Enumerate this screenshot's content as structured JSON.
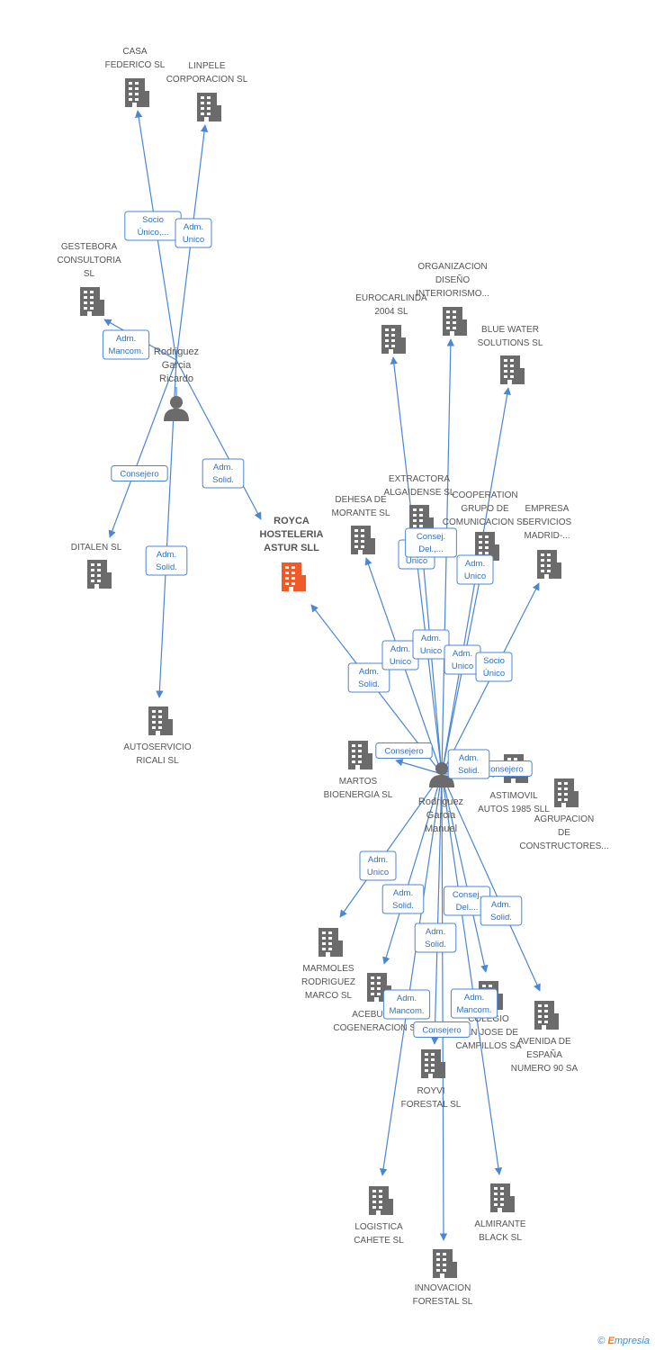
{
  "colors": {
    "edge": "#4a86d4",
    "building": "#6b6b6b",
    "focus_building": "#f05a28",
    "person": "#6b6b6b",
    "text": "#555555",
    "rel_text": "#2f6fc2"
  },
  "nodes": [
    {
      "id": "casa_federico",
      "type": "company",
      "label": [
        "CASA",
        "FEDERICO SL"
      ]
    },
    {
      "id": "linpele",
      "type": "company",
      "label": [
        "LINPELE",
        "CORPORACION SL"
      ]
    },
    {
      "id": "gestebora",
      "type": "company",
      "label": [
        "GESTEBORA",
        "CONSULTORIA",
        "SL"
      ]
    },
    {
      "id": "ricardo",
      "type": "person",
      "label": [
        "Rodriguez",
        "Garcia",
        "Ricardo"
      ]
    },
    {
      "id": "ditalen",
      "type": "company",
      "label": [
        "DITALEN SL"
      ]
    },
    {
      "id": "royca",
      "type": "company",
      "focus": true,
      "label": [
        "ROYCA",
        "HOSTELERIA",
        "ASTUR SLL"
      ]
    },
    {
      "id": "autoservicio",
      "type": "company",
      "label": [
        "AUTOSERVICIO",
        "RICALI SL"
      ]
    },
    {
      "id": "organizacion",
      "type": "company",
      "label": [
        "ORGANIZACION",
        "DISEÑO",
        "INTERIORISMO..."
      ]
    },
    {
      "id": "eurocarlinda",
      "type": "company",
      "label": [
        "EUROCARLINDA",
        "2004  SL"
      ]
    },
    {
      "id": "bluewater",
      "type": "company",
      "label": [
        "BLUE WATER",
        "SOLUTIONS SL"
      ]
    },
    {
      "id": "extractora",
      "type": "company",
      "label": [
        "EXTRACTORA",
        "ALGAIDENSE SL"
      ]
    },
    {
      "id": "dehesa",
      "type": "company",
      "label": [
        "DEHESA DE",
        "MORANTE SL"
      ]
    },
    {
      "id": "cooperation",
      "type": "company",
      "label": [
        "COOPERATION",
        "GRUPO DE",
        "COMUNICACION SL"
      ]
    },
    {
      "id": "empresa",
      "type": "company",
      "label": [
        "EMPRESA",
        "SERVICIOS",
        "MADRID-..."
      ]
    },
    {
      "id": "martos",
      "type": "company",
      "label": [
        "MARTOS",
        "BIOENERGIA SL"
      ]
    },
    {
      "id": "manuel",
      "type": "person",
      "label": [
        "Rodriguez",
        "Garcia",
        "Manuel"
      ]
    },
    {
      "id": "astimovil",
      "type": "company",
      "label": [
        "ASTIMOVIL",
        "AUTOS 1985  SLL"
      ]
    },
    {
      "id": "agrupacion",
      "type": "company",
      "label": [
        "AGRUPACION",
        "DE",
        "CONSTRUCTORES..."
      ]
    },
    {
      "id": "marmoles",
      "type": "company",
      "label": [
        "MARMOLES",
        "RODRIGUEZ",
        "MARCO SL"
      ]
    },
    {
      "id": "acebuche",
      "type": "company",
      "label": [
        "ACEBUCHE",
        "COGENERACION SL"
      ]
    },
    {
      "id": "colegio",
      "type": "company",
      "label": [
        "COLEGIO",
        "SAN JOSE DE",
        "CAMPILLOS SA"
      ]
    },
    {
      "id": "avenida",
      "type": "company",
      "label": [
        "AVENIDA DE",
        "ESPAÑA",
        "NUMERO 90 SA"
      ]
    },
    {
      "id": "royvi",
      "type": "company",
      "label": [
        "ROYVI",
        "FORESTAL SL"
      ]
    },
    {
      "id": "logistica",
      "type": "company",
      "label": [
        "LOGISTICA",
        "CAHETE  SL"
      ]
    },
    {
      "id": "almirante",
      "type": "company",
      "label": [
        "ALMIRANTE",
        "BLACK SL"
      ]
    },
    {
      "id": "innovacion",
      "type": "company",
      "label": [
        "INNOVACION",
        "FORESTAL SL"
      ]
    }
  ],
  "relations": [
    {
      "from": "ricardo",
      "to": "casa_federico",
      "label": [
        "Socio",
        "Único,..."
      ]
    },
    {
      "from": "ricardo",
      "to": "linpele",
      "label": [
        "Adm.",
        "Unico"
      ]
    },
    {
      "from": "ricardo",
      "to": "gestebora",
      "label": [
        "Adm.",
        "Mancom."
      ]
    },
    {
      "from": "ricardo",
      "to": "ditalen",
      "label": [
        "Consejero"
      ]
    },
    {
      "from": "ricardo",
      "to": "royca",
      "label": [
        "Adm.",
        "Solid."
      ]
    },
    {
      "from": "ricardo",
      "to": "autoservicio",
      "label": [
        "Adm.",
        "Solid."
      ]
    },
    {
      "from": "manuel",
      "to": "royca",
      "label": [
        "Adm.",
        "Solid."
      ]
    },
    {
      "from": "manuel",
      "to": "dehesa",
      "label": [
        "Adm.",
        "Unico"
      ]
    },
    {
      "from": "manuel",
      "to": "eurocarlinda",
      "label": [
        "Adm.",
        "Unico"
      ]
    },
    {
      "from": "manuel",
      "to": "extractora",
      "label": [
        "Consej.",
        "Del.,..."
      ]
    },
    {
      "from": "manuel",
      "to": "organizacion",
      "label": [
        "Adm.",
        "Unico"
      ]
    },
    {
      "from": "manuel",
      "to": "cooperation",
      "label": [
        "Adm.",
        "Unico"
      ]
    },
    {
      "from": "manuel",
      "to": "bluewater",
      "label": [
        "Adm.",
        "Unico"
      ]
    },
    {
      "from": "manuel",
      "to": "empresa",
      "label": [
        "Socio",
        "Único"
      ]
    },
    {
      "from": "manuel",
      "to": "martos",
      "label": [
        "Consejero"
      ]
    },
    {
      "from": "manuel",
      "to": "astimovil",
      "label": [
        "Consejero"
      ]
    },
    {
      "from": "manuel",
      "to": "agrupacion",
      "label": [
        "Adm.",
        "Solid."
      ]
    },
    {
      "from": "manuel",
      "to": "marmoles",
      "label": [
        "Adm.",
        "Unico"
      ]
    },
    {
      "from": "manuel",
      "to": "acebuche",
      "label": [
        "Adm.",
        "Solid."
      ]
    },
    {
      "from": "manuel",
      "to": "colegio",
      "label": [
        "Consej.",
        "Del...."
      ]
    },
    {
      "from": "manuel",
      "to": "avenida",
      "label": [
        "Adm.",
        "Solid."
      ]
    },
    {
      "from": "manuel",
      "to": "royvi",
      "label": [
        "Adm.",
        "Solid."
      ]
    },
    {
      "from": "manuel",
      "to": "logistica",
      "label": [
        "Adm.",
        "Mancom."
      ]
    },
    {
      "from": "manuel",
      "to": "almirante",
      "label": [
        "Adm.",
        "Mancom."
      ]
    },
    {
      "from": "manuel",
      "to": "innovacion",
      "label": [
        "Consejero"
      ]
    }
  ],
  "credit": {
    "symbol": "©",
    "brand_initial": "E",
    "brand_rest": "mpresia"
  }
}
